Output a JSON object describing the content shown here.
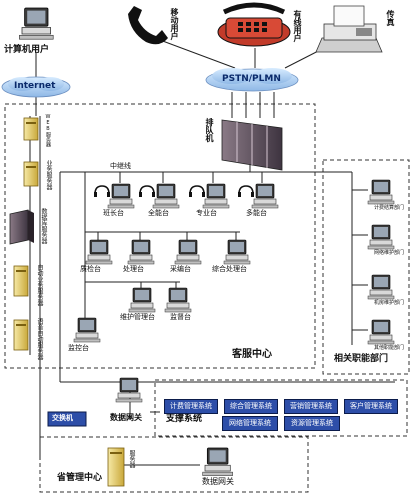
{
  "diagram": {
    "internet_user": "计算机用户",
    "internet_cloud": "Internet",
    "mobile_user": "移动用户",
    "landline_user": "有线用户",
    "fax": "传真",
    "pstn_cloud": "PSTN/PLMN",
    "queue_machine": "排队机",
    "trunk_line": "中继线",
    "servers": [
      "WEB服务器",
      "业务服务器",
      "数据库服务器",
      "自动业务服务器",
      "语音自动服务器"
    ],
    "agent_row1": [
      "班长台",
      "全能台",
      "专业台",
      "多能台"
    ],
    "agent_row2": [
      "质检台",
      "处理台",
      "采编台",
      "综合处理台"
    ],
    "agent_row3": [
      "维护管理台",
      "监督台"
    ],
    "monitor_station": "监控台",
    "service_center": "客服中心",
    "related_depts": "相关职能部门",
    "dept_items": [
      "计费结算部门",
      "网络维护部门",
      "机房维护部门",
      "其他职能部门"
    ],
    "data_gateway_top": "数据网关",
    "switch": "交换机",
    "support_system": "支撑系统",
    "support_modules": [
      "计费管理系统",
      "综合管理系统",
      "营销管理系统",
      "客户管理系统",
      "网络管理系统",
      "资源管理系统"
    ],
    "provincial_center": "省管理中心",
    "server_bottom": "服务器",
    "data_gateway_bottom": "数据网关"
  }
}
